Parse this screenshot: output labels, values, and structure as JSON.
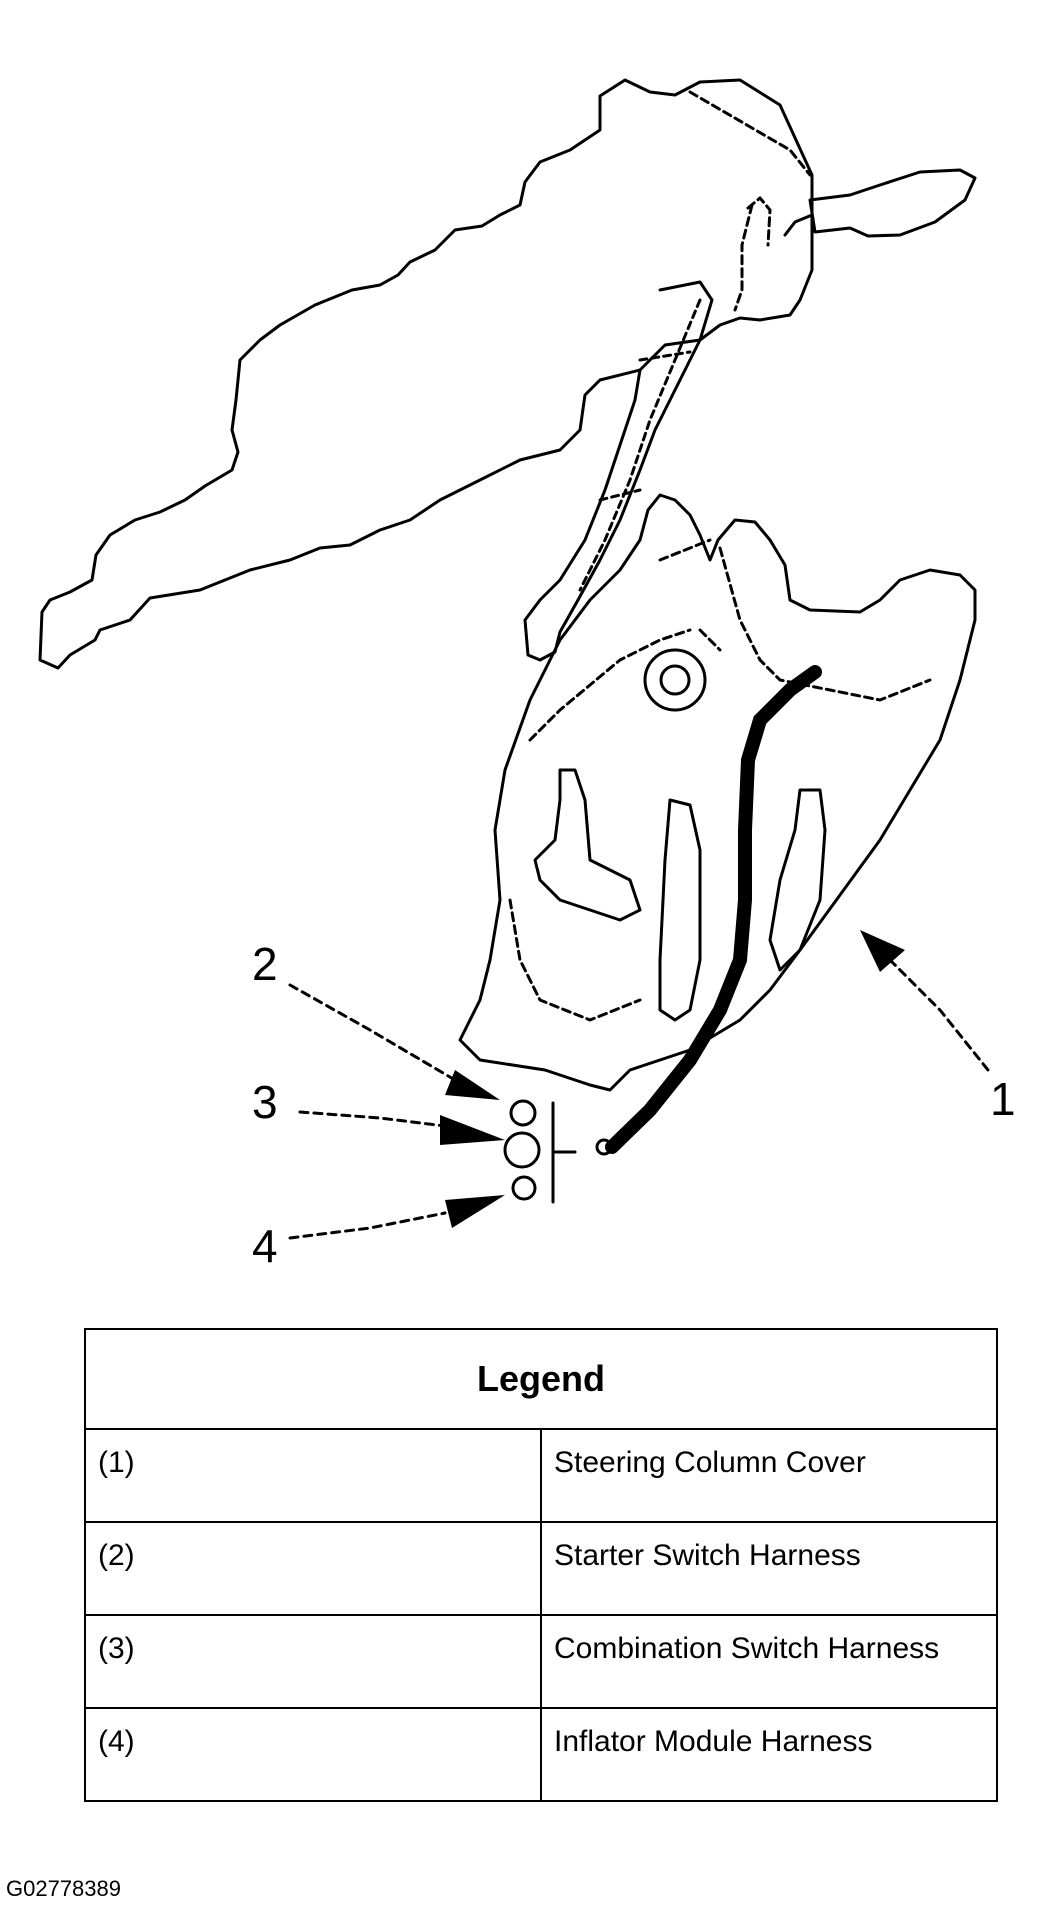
{
  "diagram": {
    "callouts": [
      {
        "id": "callout-1",
        "number": "1"
      },
      {
        "id": "callout-2",
        "number": "2"
      },
      {
        "id": "callout-3",
        "number": "3"
      },
      {
        "id": "callout-4",
        "number": "4"
      }
    ]
  },
  "legend": {
    "title": "Legend",
    "rows": [
      {
        "number": "(1)",
        "description": "Steering Column Cover"
      },
      {
        "number": "(2)",
        "description": "Starter Switch Harness"
      },
      {
        "number": "(3)",
        "description": "Combination Switch Harness"
      },
      {
        "number": "(4)",
        "description": "Inflator Module Harness"
      }
    ]
  },
  "figure_code": "G02778389"
}
